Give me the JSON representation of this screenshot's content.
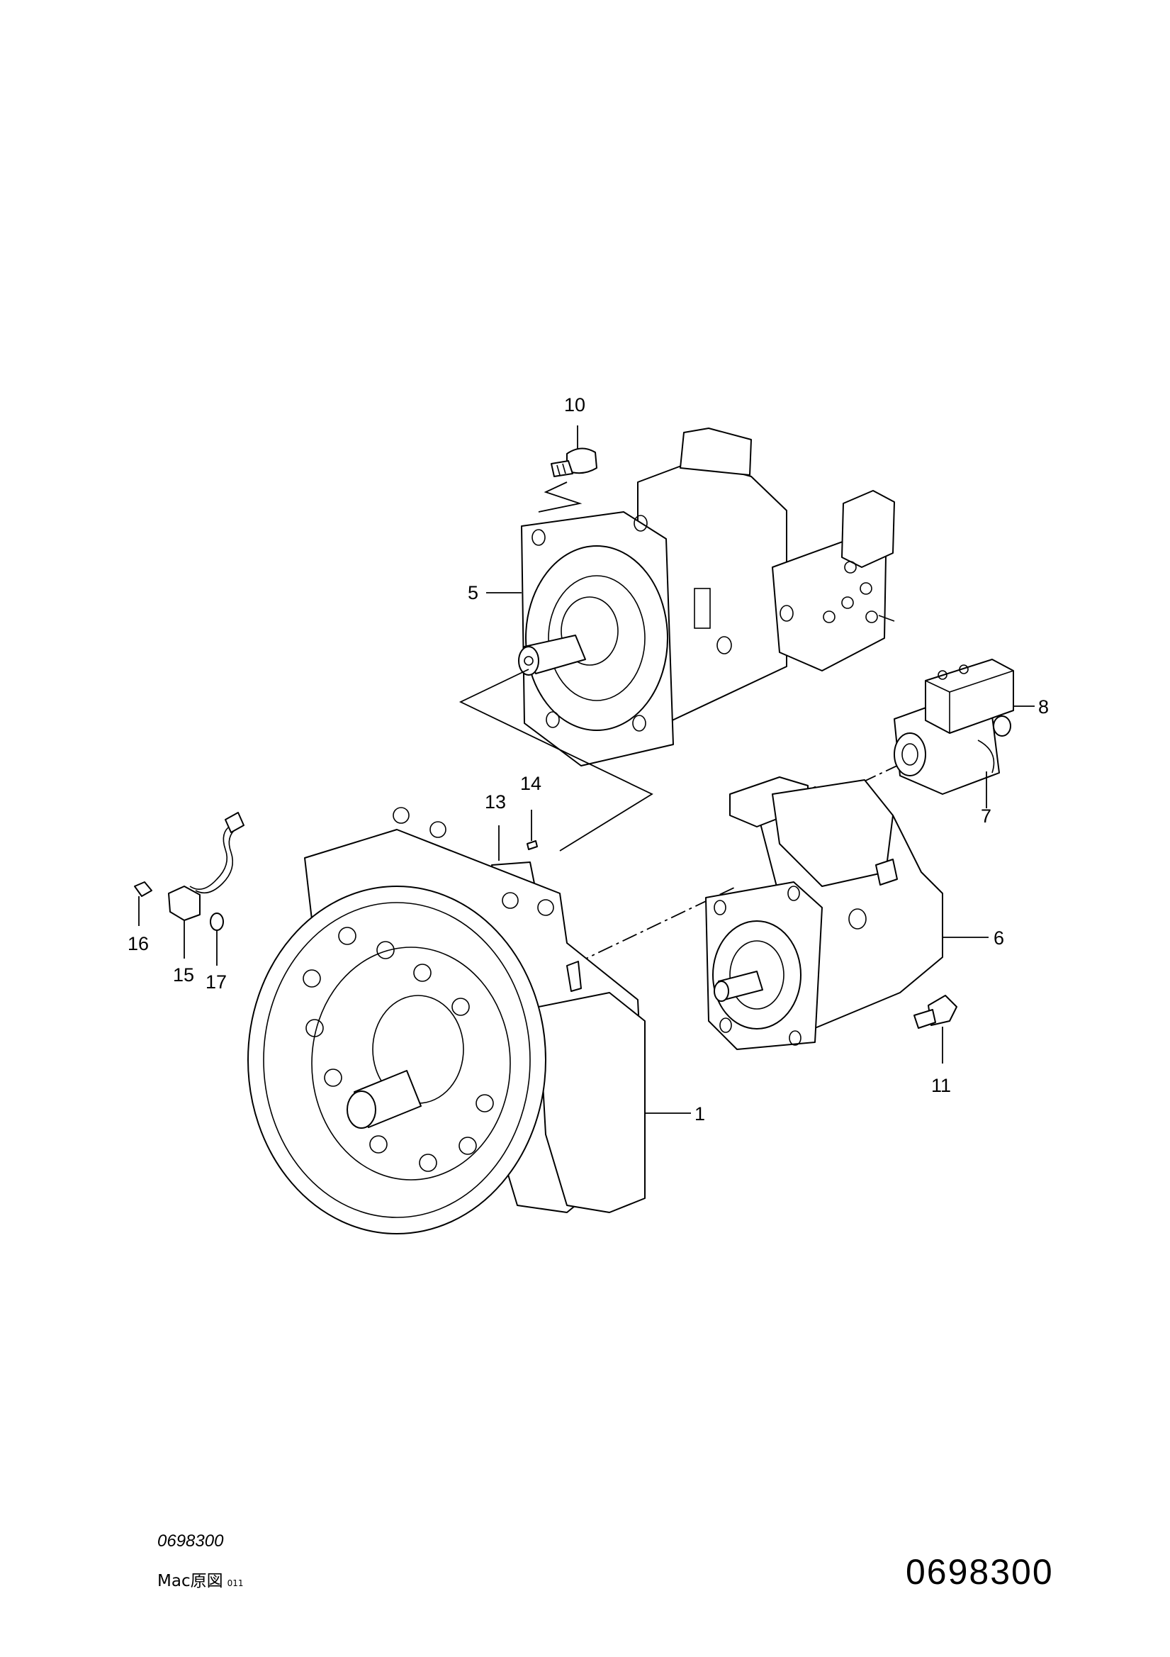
{
  "callouts": {
    "c1": "1",
    "c5": "5",
    "c6": "6",
    "c7": "7",
    "c8": "8",
    "c10": "10",
    "c11": "11",
    "c13": "13",
    "c14": "14",
    "c15": "15",
    "c16": "16",
    "c17": "17"
  },
  "footer": {
    "doc_code_small": "0698300",
    "source_note": "Mac原図",
    "source_note_sub": "011",
    "doc_code_large": "0698300"
  }
}
